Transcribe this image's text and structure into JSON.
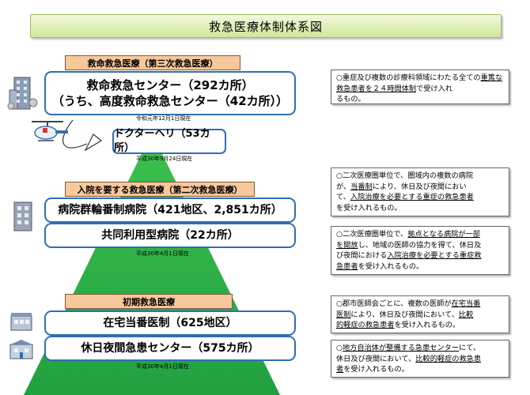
{
  "title": "救急医療体制体系図",
  "colors": {
    "pyramid_green": "#2fb34a",
    "tier_label_fill": "#f7c89c",
    "box_border": "#2f6fb2",
    "title_fill": "#d6ecab"
  },
  "tier3": {
    "label": "救命救急医療（第三次救急医療）",
    "center_line1": "救命救急センター（292カ所）",
    "center_line2": "（うち、高度救命救急センター（42カ所））",
    "center_note": "令和元年12月1日現在",
    "heli": "ドクターヘリ（53カ所）",
    "heli_note": "平成30年9月24日現在",
    "desc": [
      {
        "t": "○重症及び複数の診療科領域にわたる全ての",
        "u": false
      },
      {
        "t": "重篤な救急患者を２４時間体制",
        "u": true
      },
      {
        "t": "で受け入れ",
        "u": false
      },
      {
        "t": "BR",
        "u": false
      },
      {
        "t": "るもの。",
        "u": false
      }
    ]
  },
  "tier2": {
    "label": "入院を要する救急医療（第二次救急医療）",
    "rinban": "病院群輪番制病院（421地区、2,851カ所）",
    "kyodo": "共同利用型病院（22カ所）",
    "note": "平成30年4月1日現在",
    "desc1": [
      {
        "t": "○二次医療圏単位で、圏域内の複数の病院",
        "u": false
      },
      {
        "t": "BR",
        "u": false
      },
      {
        "t": "が、",
        "u": false
      },
      {
        "t": "当番制",
        "u": true
      },
      {
        "t": "により、休日及び夜間におい",
        "u": false
      },
      {
        "t": "BR",
        "u": false
      },
      {
        "t": "て、",
        "u": false
      },
      {
        "t": "入院治療を必要とする重症の救急患者",
        "u": true
      },
      {
        "t": "BR",
        "u": false
      },
      {
        "t": "を受け入れるもの。",
        "u": false
      }
    ],
    "desc2": [
      {
        "t": "○二次医療圏単位で、",
        "u": false
      },
      {
        "t": "拠点となる病院が一部",
        "u": true
      },
      {
        "t": "BR",
        "u": false
      },
      {
        "t": "を開放",
        "u": true
      },
      {
        "t": "し、地域の医師の協力を得て、休日及",
        "u": false
      },
      {
        "t": "BR",
        "u": false
      },
      {
        "t": "び夜間における",
        "u": false
      },
      {
        "t": "入院治療を必要とする重症救",
        "u": true
      },
      {
        "t": "BR",
        "u": false
      },
      {
        "t": "急患者",
        "u": true
      },
      {
        "t": "を受け入れるもの。",
        "u": false
      }
    ]
  },
  "tier1": {
    "label": "初期救急医療",
    "zaitaku": "在宅当番医制（625地区）",
    "kyujitsu": "休日夜間急患センター（575カ所）",
    "note": "平成30年4月1日現在",
    "desc1": [
      {
        "t": "○郡市医師会ごとに、複数の医師が",
        "u": false
      },
      {
        "t": "在宅当番",
        "u": true
      },
      {
        "t": "BR",
        "u": false
      },
      {
        "t": "医制",
        "u": true
      },
      {
        "t": "により、休日及び夜間において、",
        "u": false
      },
      {
        "t": "比較",
        "u": true
      },
      {
        "t": "BR",
        "u": false
      },
      {
        "t": "的軽症の救急患者",
        "u": true
      },
      {
        "t": "を受け入れるもの。",
        "u": false
      }
    ],
    "desc2": [
      {
        "t": "○",
        "u": false
      },
      {
        "t": "地方自治体が整備する急患センター",
        "u": true
      },
      {
        "t": "にて、",
        "u": false
      },
      {
        "t": "BR",
        "u": false
      },
      {
        "t": "休日及び夜間において、",
        "u": false
      },
      {
        "t": "比較的軽症の救急患",
        "u": true
      },
      {
        "t": "BR",
        "u": false
      },
      {
        "t": "者",
        "u": true
      },
      {
        "t": "を受け入れるもの。",
        "u": false
      }
    ]
  }
}
